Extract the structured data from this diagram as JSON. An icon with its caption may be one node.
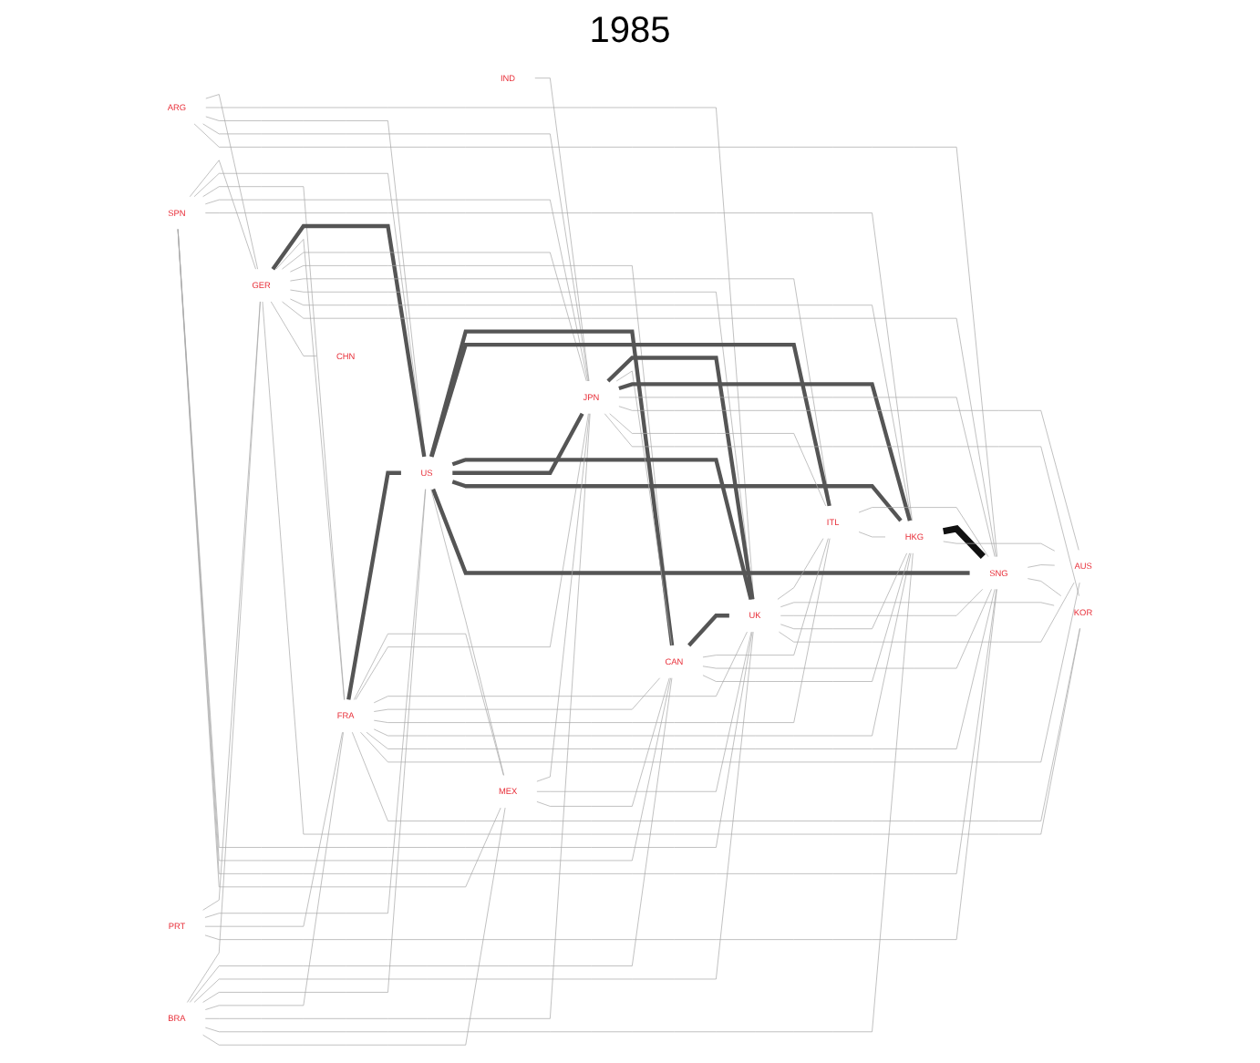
{
  "diagram": {
    "title": "1985",
    "nodes": [
      {
        "text": [
          "ARG"
        ]
      },
      {
        "text": [
          "IND"
        ]
      },
      {
        "text": [
          "BRA"
        ]
      },
      {
        "text": [
          "SPN"
        ]
      },
      {
        "text": [
          "PRT"
        ]
      },
      {
        "text": [
          "GER"
        ]
      },
      {
        "text": [
          "FRA"
        ]
      },
      {
        "text": [
          "US"
        ]
      },
      {
        "text": [
          "MEX"
        ]
      },
      {
        "text": [
          "JPN"
        ]
      },
      {
        "text": [
          "CAN"
        ]
      },
      {
        "text": [
          "UK"
        ]
      },
      {
        "text": [
          "ITL"
        ]
      },
      {
        "text": [
          "HKG"
        ]
      },
      {
        "text": [
          "SNG"
        ]
      },
      {
        "text": [
          "KOR"
        ]
      },
      {
        "text": [
          "CHN"
        ]
      },
      {
        "text": [
          "AUS"
        ]
      }
    ],
    "edges": [
      {
        "from": 0,
        "to": 5,
        "arrow": "none"
      },
      {
        "from": 0,
        "to": 11,
        "arrow": "none"
      },
      {
        "from": 0,
        "to": 7,
        "arrow": "none"
      },
      {
        "from": 0,
        "to": 9,
        "arrow": "none"
      },
      {
        "from": 0,
        "to": 14,
        "arrow": "none"
      },
      {
        "from": 1,
        "to": 9,
        "arrow": "none"
      },
      {
        "from": 2,
        "to": 5,
        "arrow": "none"
      },
      {
        "from": 2,
        "to": 10,
        "arrow": "none"
      },
      {
        "from": 2,
        "to": 11,
        "arrow": "none"
      },
      {
        "from": 2,
        "to": 7,
        "arrow": "none"
      },
      {
        "from": 2,
        "to": 6,
        "arrow": "none"
      },
      {
        "from": 2,
        "to": 9,
        "arrow": "none"
      },
      {
        "from": 2,
        "to": 13,
        "arrow": "none"
      },
      {
        "from": 2,
        "to": 8,
        "arrow": "none"
      },
      {
        "from": 3,
        "to": 5,
        "arrow": "none"
      },
      {
        "from": 3,
        "to": 7,
        "arrow": "none"
      },
      {
        "from": 3,
        "to": 6,
        "arrow": "none"
      },
      {
        "from": 3,
        "to": 9,
        "arrow": "none"
      },
      {
        "from": 3,
        "to": 13,
        "arrow": "none"
      },
      {
        "from": 3,
        "to": 11,
        "arrow": "none"
      },
      {
        "from": 3,
        "to": 10,
        "arrow": "none"
      },
      {
        "from": 3,
        "to": 14,
        "arrow": "none"
      },
      {
        "from": 3,
        "to": 8,
        "arrow": "none"
      },
      {
        "from": 4,
        "to": 5,
        "arrow": "none"
      },
      {
        "from": 4,
        "to": 7,
        "arrow": "none"
      },
      {
        "from": 4,
        "to": 6,
        "arrow": "none"
      },
      {
        "from": 4,
        "to": 14,
        "arrow": "none"
      },
      {
        "from": 5,
        "to": 7,
        "arrow": "none",
        "style": "thick",
        "color": "#555555"
      },
      {
        "from": 5,
        "to": 6,
        "arrow": "none"
      },
      {
        "from": 5,
        "to": 9,
        "arrow": "none"
      },
      {
        "from": 5,
        "to": 10,
        "arrow": "none"
      },
      {
        "from": 5,
        "to": 12,
        "arrow": "none"
      },
      {
        "from": 5,
        "to": 11,
        "arrow": "none"
      },
      {
        "from": 5,
        "to": 13,
        "arrow": "none"
      },
      {
        "from": 5,
        "to": 14,
        "arrow": "none"
      },
      {
        "from": 5,
        "to": 16,
        "arrow": "none"
      },
      {
        "from": 5,
        "to": 15,
        "arrow": "none"
      },
      {
        "from": 6,
        "to": 7,
        "arrow": "none",
        "style": "thick",
        "color": "#555555"
      },
      {
        "from": 6,
        "to": 8,
        "arrow": "none"
      },
      {
        "from": 6,
        "to": 9,
        "arrow": "none"
      },
      {
        "from": 6,
        "to": 11,
        "arrow": "none"
      },
      {
        "from": 6,
        "to": 10,
        "arrow": "none"
      },
      {
        "from": 6,
        "to": 12,
        "arrow": "none"
      },
      {
        "from": 6,
        "to": 13,
        "arrow": "none"
      },
      {
        "from": 6,
        "to": 14,
        "arrow": "none"
      },
      {
        "from": 6,
        "to": 17,
        "arrow": "none"
      },
      {
        "from": 6,
        "to": 15,
        "arrow": "none"
      },
      {
        "from": 7,
        "to": 10,
        "arrow": "none",
        "style": "thick",
        "color": "#555555"
      },
      {
        "from": 7,
        "to": 12,
        "arrow": "none",
        "style": "thick",
        "color": "#555555"
      },
      {
        "from": 7,
        "to": 11,
        "arrow": "none",
        "style": "thick",
        "color": "#555555"
      },
      {
        "from": 7,
        "to": 9,
        "arrow": "none",
        "style": "thick",
        "color": "#555555"
      },
      {
        "from": 7,
        "to": 13,
        "arrow": "none",
        "style": "thick",
        "color": "#555555"
      },
      {
        "from": 7,
        "to": 14,
        "arrow": "none",
        "style": "thick",
        "color": "#555555"
      },
      {
        "from": 7,
        "to": 8,
        "arrow": "none"
      },
      {
        "from": 8,
        "to": 9,
        "arrow": "none"
      },
      {
        "from": 8,
        "to": 11,
        "arrow": "none"
      },
      {
        "from": 8,
        "to": 10,
        "arrow": "none"
      },
      {
        "from": 9,
        "to": 11,
        "arrow": "none",
        "style": "thick",
        "color": "#555555"
      },
      {
        "from": 9,
        "to": 10,
        "arrow": "none"
      },
      {
        "from": 9,
        "to": 13,
        "arrow": "none",
        "style": "thick",
        "color": "#555555"
      },
      {
        "from": 9,
        "to": 14,
        "arrow": "none"
      },
      {
        "from": 9,
        "to": 17,
        "arrow": "none"
      },
      {
        "from": 9,
        "to": 12,
        "arrow": "none"
      },
      {
        "from": 9,
        "to": 15,
        "arrow": "none"
      },
      {
        "from": 10,
        "to": 11,
        "arrow": "none",
        "style": "thick",
        "color": "#555555"
      },
      {
        "from": 10,
        "to": 12,
        "arrow": "none"
      },
      {
        "from": 10,
        "to": 14,
        "arrow": "none"
      },
      {
        "from": 10,
        "to": 13,
        "arrow": "none"
      },
      {
        "from": 11,
        "to": 12,
        "arrow": "none"
      },
      {
        "from": 11,
        "to": 15,
        "arrow": "none"
      },
      {
        "from": 11,
        "to": 14,
        "arrow": "none"
      },
      {
        "from": 11,
        "to": 13,
        "arrow": "none"
      },
      {
        "from": 11,
        "to": 17,
        "arrow": "none"
      },
      {
        "from": 12,
        "to": 14,
        "arrow": "none"
      },
      {
        "from": 12,
        "to": 13,
        "arrow": "none"
      },
      {
        "from": 13,
        "to": 14,
        "arrow": "none",
        "style": "thick",
        "color": "#111111"
      },
      {
        "from": 13,
        "to": 17,
        "arrow": "none"
      },
      {
        "from": 14,
        "to": 17,
        "arrow": "none"
      },
      {
        "from": 14,
        "to": 15,
        "arrow": "none"
      }
    ]
  }
}
